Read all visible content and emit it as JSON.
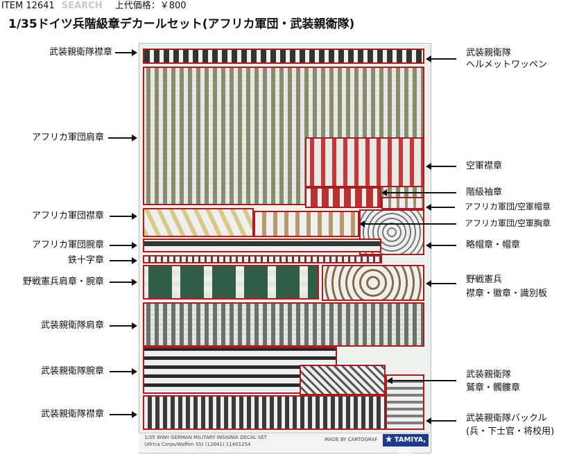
{
  "header": {
    "item_code": "ITEM 12641",
    "watermark": "SEARCH",
    "price": "上代価格：￥800",
    "title": "1/35ドイツ兵階級章デカールセット(アフリカ軍団・武装親衛隊)"
  },
  "labels_left": {
    "ss_collar_top": "武装親衛隊襟章",
    "afrika_shoulder": "アフリカ軍団肩章",
    "afrika_collar": "アフリカ軍団襟章",
    "afrika_cuff": "アフリカ軍団腕章",
    "iron_cross": "鉄十字章",
    "mp_shoulder": "野戦憲兵肩章・腕章",
    "ss_shoulder": "武装親衛隊肩章",
    "ss_cuff": "武装親衛隊腕章",
    "ss_collar_bottom": "武装親衛隊襟章"
  },
  "labels_right": {
    "ss_helmet_line1": "武装親衛隊",
    "ss_helmet_line2": "ヘルメットワッペン",
    "luftwaffe_collar": "空軍襟章",
    "rank_sleeve": "階級袖章",
    "afrika_cap": "アフリカ軍団/空軍帽章",
    "afrika_breast": "アフリカ軍団/空軍胸章",
    "caps": "略帽章・帽章",
    "mp_line1": "野戦憲兵",
    "mp_line2": "襟章・徽章・識別板",
    "ss_eagle_line1": "武装親衛隊",
    "ss_eagle_line2": "鷲章・髑髏章",
    "ss_buckle_line1": "武装親衛隊バックル",
    "ss_buckle_line2": "(兵・下士官・将校用)"
  },
  "sheet_footer": {
    "line1": "1/35 WWII GERMAN MILITARY INSIGNIA DECAL SET",
    "line2": "(Africa Corps/Waffen SS) (12641) 11401254",
    "made_by": "MADE BY CARTOGRAF",
    "brand": "TAMIYA, INC."
  }
}
